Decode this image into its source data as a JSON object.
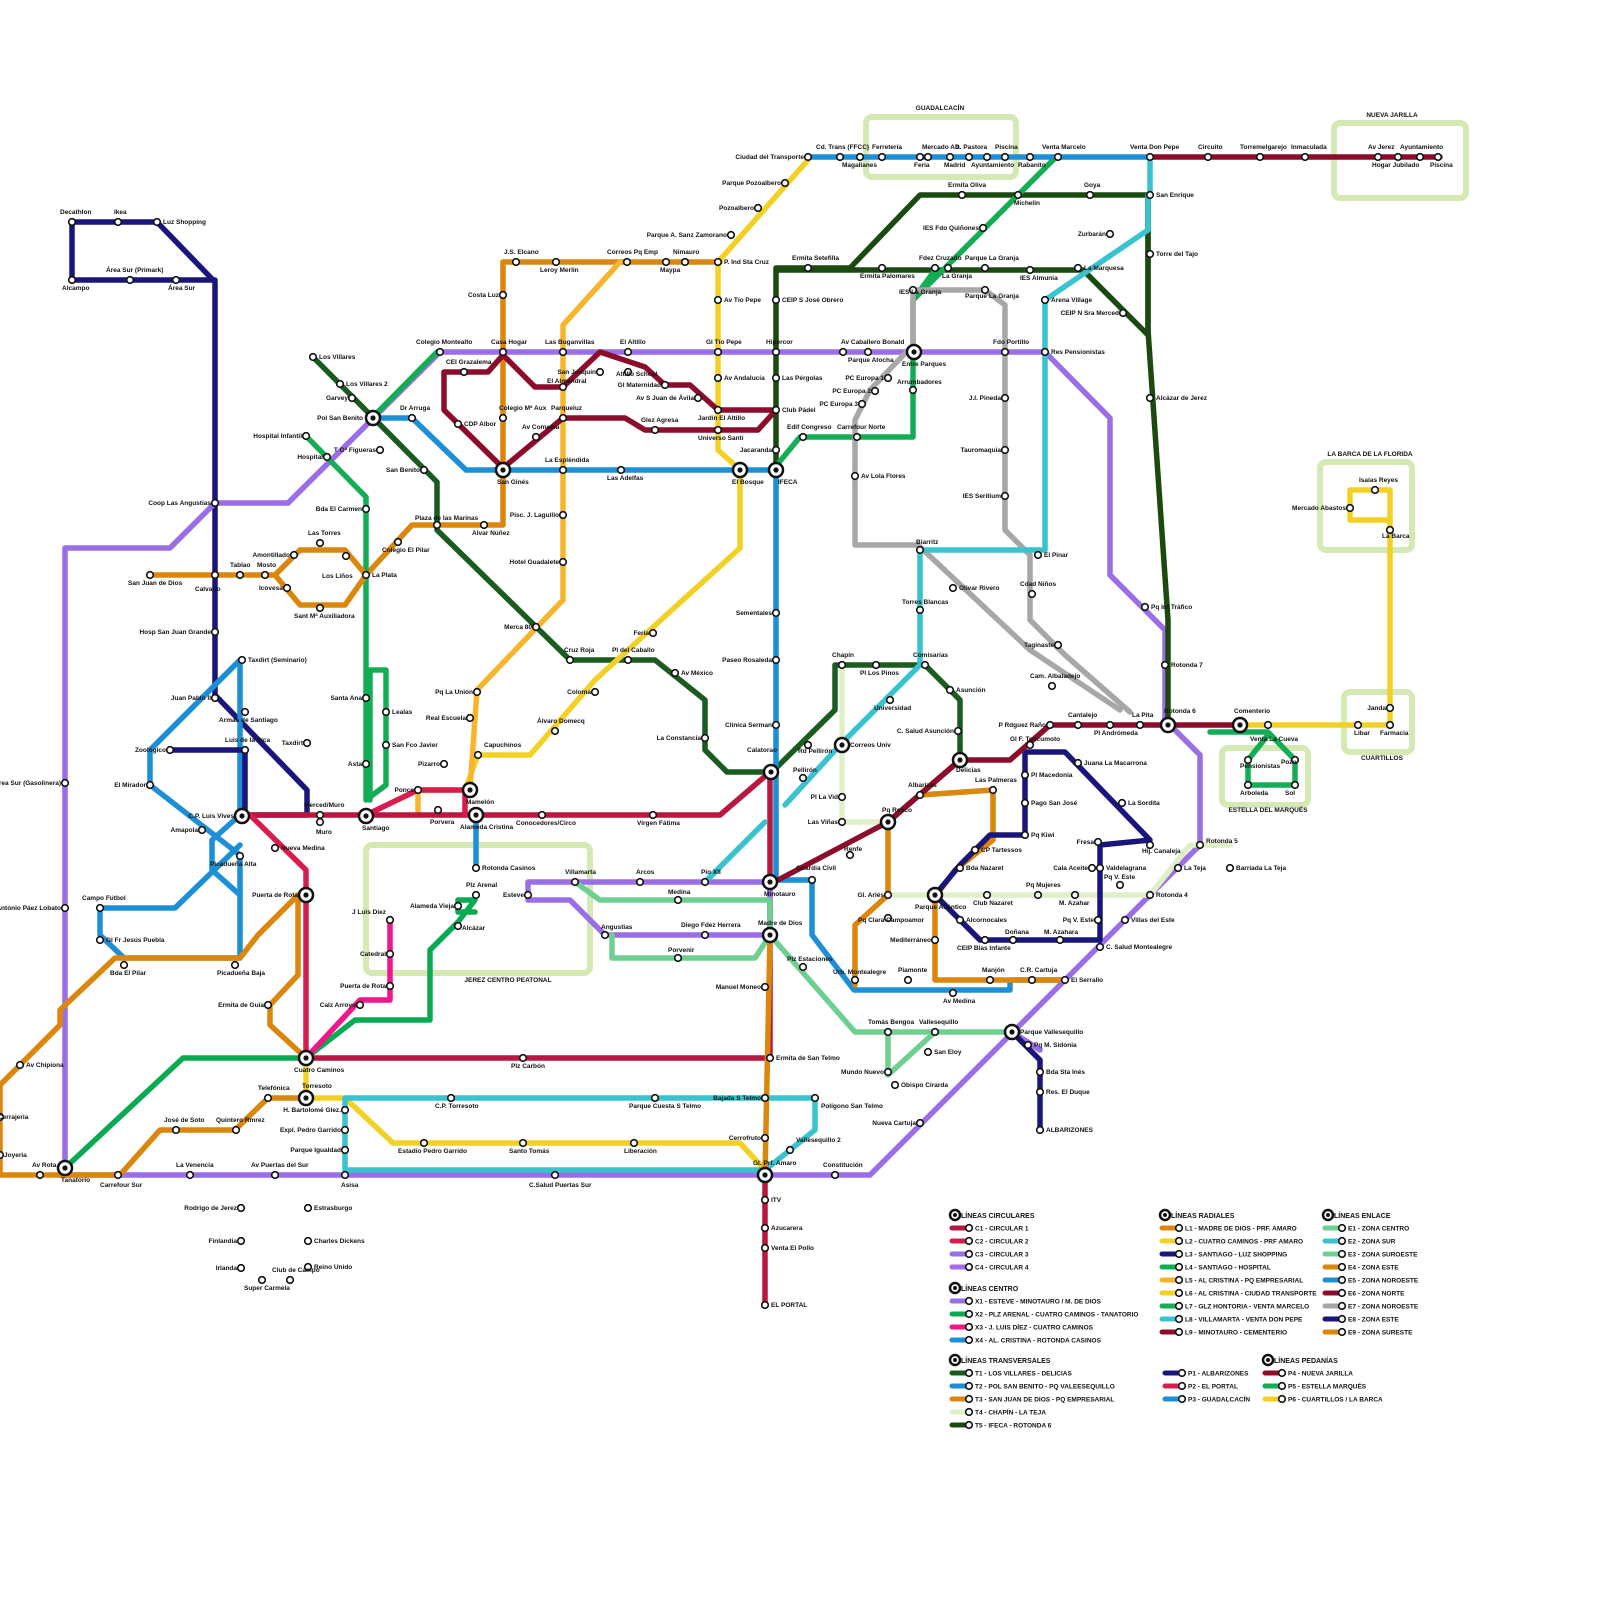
{
  "colors": {
    "C1": "#b8173f",
    "C2": "#d81d4e",
    "C3": "#9a6ee6",
    "C4": "#a66ae3",
    "X1": "#9a6ee6",
    "X2": "#0aaa52",
    "X3": "#f0178a",
    "X4": "#1d8fd6",
    "T1": "#1a5c20",
    "T2": "#1d8fd6",
    "T3": "#db860d",
    "T4": "#dff0c8",
    "T5": "#1a4a10",
    "L1": "#db860d",
    "L2": "#f2d124",
    "L3": "#19157a",
    "L4": "#13ad55",
    "L5": "#f7b52c",
    "L6": "#f2d124",
    "L7": "#13ad55",
    "L8": "#38c3cf",
    "L9": "#8b0d2b",
    "E1": "#6fcf91",
    "E2": "#38c3cf",
    "E3": "#6fcf91",
    "E4": "#db860d",
    "E5": "#1d8fd6",
    "E6": "#8b0d2b",
    "E7": "#a7a7a7",
    "E8": "#19157a",
    "E9": "#db860d",
    "P1": "#19157a",
    "P2": "#d81d4e",
    "P3": "#1d8fd6",
    "P4": "#8b0d2b",
    "P5": "#13ad55",
    "P6": "#f2d124",
    "zone": "#d4e9b4"
  },
  "zones": {
    "guadalcacin": "GUADALCACÍN",
    "nueva_jarilla": "NUEVA JARILLA",
    "barca": "LA BARCA DE LA FLORIDA",
    "cuartillos": "CUARTILLOS",
    "estella": "ESTELLA DEL MARQUÉS",
    "centro": "JEREZ CENTRO PEATONAL"
  },
  "stations": [
    "Decathlon",
    "Ikea",
    "Luz Shopping",
    "Alcampo",
    "Área Sur (Primark)",
    "Área Sur",
    "Los Villares",
    "Los Villares 2",
    "Garvey",
    "Pol San Benito",
    "Dr Arruga",
    "Colegio Montealto",
    "Hospital Infantil",
    "Hospital",
    "T Gª Figueras",
    "San Benito",
    "Coop Las Angustias",
    "Bda El Carmen",
    "Plaza de las Marinas",
    "Alvar Núñez",
    "Colegio El Pilar",
    "La Plata",
    "San Juan de Dios",
    "Calvario",
    "Tablao",
    "Mosto",
    "Icovesa",
    "Amontillado",
    "Las Torres",
    "Los Liños",
    "Sant Mª Auxiliadora",
    "Hosp San Juan Grande",
    "Taxdirt (Seminario)",
    "Juan Pablo II",
    "Armas de Santiago",
    "Taxdirt",
    "Santa Ana",
    "Lealas",
    "San Fco Javier",
    "Asta",
    "Luis de la Pica",
    "Zoológico",
    "El Mirador",
    "C.P. Luis Vives",
    "Amapola",
    "Merced/Muro",
    "Muro",
    "Santiago",
    "Nueva Medina",
    "Picadueña Alta",
    "Puerta de Rota",
    "Campo Fútbol",
    "Antonio Páez Lobato",
    "Gl Fr Jesús Puebla",
    "Bda El Pilar",
    "Picadueña Baja",
    "Ermita de Guía",
    "Área Sur (Gasolinera)",
    "Av Chipiona",
    "Cerrajeria",
    "Joyeria",
    "Av Rota",
    "Tanatorio",
    "Carrefour Sur",
    "La Venencia",
    "Av Puertas del Sur",
    "Asisa",
    "C.Salud Puertas Sur",
    "Rodrigo de Jerez",
    "Finlandia",
    "Irlanda",
    "Super Carmela",
    "Club de Campo",
    "Estrasburgo",
    "Charles Dickens",
    "Reino Unido",
    "Telefónica",
    "Torresoto",
    "H. Bartolomé Glez.",
    "Expl. Pedro Garrido",
    "Parque Igualdad",
    "José de Soto",
    "Quintero Rmrez",
    "Cuatro Caminos",
    "Plz Carbón",
    "Ermita de San Telmo",
    "C.P. Torresoto",
    "Parque Cuesta S Telmo",
    "Bajada S Telmo",
    "Polígono San Telmo",
    "Estadio Pedro Garrido",
    "Santo Tomás",
    "Liberación",
    "Cerrofruto",
    "Vallesequillo 2",
    "Gl. Prf. Amaro",
    "ITV",
    "Azucarera",
    "Venta El Pollo",
    "EL PORTAL",
    "Constitución",
    "J.S. Elcano",
    "Leroy Merlin",
    "Correos Pq Emp",
    "Nimauro",
    "Maypa",
    "P. Ind Sta Cruz",
    "Costa Luz",
    "Casa Hogar",
    "Las Buganvillas",
    "El Altillo",
    "Gl Tío Pepe",
    "Hipercor",
    "Av Caballero Bonald",
    "Parque Atocha",
    "Entre Parques",
    "Fdo Portillo",
    "Res Pensionistas",
    "CEI Grazalema",
    "San Joaquín",
    "Altillo School",
    "El Almendral",
    "Gl Maternidad",
    "Colegio Mª Aux",
    "CDP Albor",
    "Parqueluz",
    "Av Andalucía",
    "Av S Juan de Ávila",
    "Jardín El Altillo",
    "Universo Santi",
    "Av Comedia",
    "Glez Agresa",
    "Las Pérgolas",
    "Club Pádel",
    "Jacaranda",
    "Edif Congreso",
    "Carrefour Norte",
    "PC Europa 1",
    "PC Europa 2",
    "PC Europa 3",
    "Arrumbadores",
    "San Ginés",
    "La Espléndida",
    "Las Adelfas",
    "El Bosque",
    "IFECA",
    "Pisc. J. Laguillo",
    "Hotel Guadalete",
    "Merca 80",
    "Cruz Roja",
    "Pl del Caballo",
    "Feria",
    "Av México",
    "Coloma",
    "Pq La Unión",
    "Real Escuela",
    "Álvaro Domecq",
    "Capuchinos",
    "Ponce",
    "Pizarro",
    "Porvera",
    "Mamelón",
    "Alameda Cristina",
    "Conocedores/Circo",
    "Virgen Fátima",
    "La Constancia",
    "Calatorao",
    "Rotonda Casinos",
    "Ciudad del Transporte",
    "Parque Pozoalbero",
    "Pozoalbero",
    "Parque A. Sanz Zamorano",
    "Av Tío Pepe",
    "Cd. Trans (FFCC)",
    "Magallanes",
    "Ferretería",
    "Feria",
    "Mercado Ab.",
    "Madrid",
    "D. Pastora",
    "Ayuntamiento",
    "Piscina",
    "Rabanito",
    "Venta Marcelo",
    "Venta Don Pepe",
    "Circuito",
    "Torremelgarejo",
    "Inmaculada",
    "Av Jerez",
    "Hogar Jubilado",
    "Ermita Oliva",
    "Michelin",
    "Goya",
    "San Enrique",
    "Zurbarán",
    "Torre del Tajo",
    "IES Fdo Quiñones",
    "Ermita Setefilla",
    "Ermita Palomares",
    "Fdez Cruzado",
    "La Granja",
    "Parque La Granja",
    "IES Almunia",
    "La Marquesa",
    "CEIP S José Obrero",
    "IES La Granja",
    "Arena Village",
    "CEIP N Sra Merced",
    "Alcázar de Jerez",
    "J.I. Pineda",
    "Tauromaquia",
    "IES Seritium",
    "Av Lola Flores",
    "Biarritz",
    "El Pinar",
    "Olivar Rivero",
    "Cdad Niños",
    "Torres Blancas",
    "Pq Inf Tráfico",
    "Rotonda 7",
    "Sementales",
    "Paseo Rosaleda",
    "Clínica Serman",
    "Chapín",
    "Pl Los Pinos",
    "Comisarias",
    "Universidad",
    "Asunción",
    "C. Salud Asunción",
    "Rd Pellirón",
    "Correos Univ",
    "Pellirón",
    "Pl La Vid",
    "Las Viñas",
    "Taginaste",
    "Cam. Albaladejo",
    "P Rdguez Raño",
    "Cantalejo",
    "La Pita",
    "Rotonda 6",
    "Pl Andrómeda",
    "Gl F. Toscumoto",
    "Comenterio",
    "Venta La Cueva",
    "Libar",
    "Janda",
    "Farmacia",
    "Isaías Reyes",
    "Mercado Abastos",
    "La Barca",
    "Pensionistas",
    "Pozo",
    "Arboleda",
    "Sol",
    "Delicias",
    "Las Palmeras",
    "Albarizas",
    "Pq Rosco",
    "Pl Macedonia",
    "Pago San José",
    "Pq Kiwi",
    "Juana La Macarrona",
    "La Sordita",
    "Fresa",
    "Hij. Canaleja",
    "Rotonda 5",
    "Barriada La Teja",
    "Cala Aceite",
    "Valdelagrana",
    "La Teja",
    "Pq V. Este",
    "Rotonda 4",
    "Villas del Este",
    "C. Salud Montealegre",
    "CP Tartessos",
    "Bda Nazaret",
    "Club Nazaret",
    "Pq Mujeres",
    "M. Azahar",
    "Parque Atlántico",
    "Alcornocales",
    "CEIP Blas Infante",
    "Doñana",
    "Gl. Arlés",
    "Pq Clara Campoamor",
    "Mediterráneo",
    "Renfe",
    "Guardia Civil",
    "Minotauro",
    "Madre de Dios",
    "Plz Estaciones",
    "Manuel Moneo",
    "Urb. Montealegre",
    "Piamonte",
    "Manjón",
    "C.R. Cartuja",
    "El Serrallo",
    "Av Medina",
    "Tomás Bengoa",
    "Vallesequillo",
    "Parque Vallesequillo",
    "Pq M. Sidonia",
    "Bda Sta Inés",
    "Res. El Duque",
    "ALBARIZONES",
    "San Eloy",
    "Mundo Nuevo",
    "Obispo Cirarda",
    "Nueva Cartuja",
    "Villamarta",
    "Arcos",
    "Pío XII",
    "Medina",
    "Esteve",
    "Angustias",
    "Diego Fdez Herrera",
    "Porvenir",
    "Plz Arenal",
    "Alameda Vieja",
    "Alcázar",
    "J Luis Díez",
    "Catedral",
    "Puerta de Rota",
    "Calz Arroyo"
  ],
  "legend": {
    "circulares": {
      "title": "LÍNEAS CIRCULARES",
      "items": [
        {
          "code": "C1",
          "label": "C1 - CIRCULAR 1"
        },
        {
          "code": "C2",
          "label": "C2 - CIRCULAR 2"
        },
        {
          "code": "C3",
          "label": "C3 - CIRCULAR 3"
        },
        {
          "code": "C4",
          "label": "C4 - CIRCULAR 4"
        }
      ]
    },
    "centro": {
      "title": "LÍNEAS CENTRO",
      "items": [
        {
          "code": "X1",
          "label": "X1 - ESTEVE - MINOTAURO / M. DE DIOS"
        },
        {
          "code": "X2",
          "label": "X2 - PLZ ARENAL - CUATRO CAMINOS - TANATORIO"
        },
        {
          "code": "X3",
          "label": "X3 - J. LUIS DÍEZ - CUATRO CAMINOS"
        },
        {
          "code": "X4",
          "label": "X4 - AL. CRISTINA - ROTONDA CASINOS"
        }
      ]
    },
    "transversales": {
      "title": "LÍNEAS TRANSVERSALES",
      "items": [
        {
          "code": "T1",
          "label": "T1 - LOS VILLARES - DELICIAS"
        },
        {
          "code": "T2",
          "label": "T2 - POL SAN BENITO - PQ VALEESEQUILLO"
        },
        {
          "code": "T3",
          "label": "T3 - SAN JUAN DE DIOS - PQ EMPRESARIAL"
        },
        {
          "code": "T4",
          "label": "T4 - CHAPÍN - LA TEJA"
        },
        {
          "code": "T5",
          "label": "T5 - IFECA - ROTONDA 6"
        }
      ]
    },
    "radiales": {
      "title": "LÍNEAS RADIALES",
      "items": [
        {
          "code": "L1",
          "label": "L1 - MADRE DE DIOS - PRF. AMARO"
        },
        {
          "code": "L2",
          "label": "L2 - CUATRO CAMINOS - PRF AMARO"
        },
        {
          "code": "L3",
          "label": "L3 - SANTIAGO - LUZ SHOPPING"
        },
        {
          "code": "L4",
          "label": "L4 - SANTIAGO - HOSPITAL"
        },
        {
          "code": "L5",
          "label": "L5 - AL CRISTINA - PQ EMPRESARIAL"
        },
        {
          "code": "L6",
          "label": "L6 - AL CRISTINA - CIUDAD TRANSPORTE"
        },
        {
          "code": "L7",
          "label": "L7 - GLZ HONTORIA - VENTA MARCELO"
        },
        {
          "code": "L8",
          "label": "L8 - VILLAMARTA - VENTA DON PEPE"
        },
        {
          "code": "L9",
          "label": "L9 - MINOTAURO - CEMENTERIO"
        }
      ]
    },
    "enlace": {
      "title": "LÍNEAS ENLACE",
      "items": [
        {
          "code": "E1",
          "label": "E1 - ZONA CENTRO"
        },
        {
          "code": "E2",
          "label": "E2 - ZONA SUR"
        },
        {
          "code": "E3",
          "label": "E3 - ZONA SUROESTE"
        },
        {
          "code": "E4",
          "label": "E4 - ZONA ESTE"
        },
        {
          "code": "E5",
          "label": "E5 - ZONA NOROESTE"
        },
        {
          "code": "E6",
          "label": "E6 - ZONA NORTE"
        },
        {
          "code": "E7",
          "label": "E7 - ZONA NOROESTE"
        },
        {
          "code": "E8",
          "label": "E8 - ZONA ESTE"
        },
        {
          "code": "E9",
          "label": "E9 - ZONA SURESTE"
        }
      ]
    },
    "pedanias_a": {
      "items": [
        {
          "code": "P1",
          "label": "P1 - ALBARIZONES"
        },
        {
          "code": "P2",
          "label": "P2 - EL PORTAL"
        },
        {
          "code": "P3",
          "label": "P3 - GUADALCACÍN"
        }
      ]
    },
    "pedanias_b": {
      "title": "LÍNEAS PEDANÍAS",
      "items": [
        {
          "code": "P4",
          "label": "P4 - NUEVA JARILLA"
        },
        {
          "code": "P5",
          "label": "P5 - ESTELLA MARQUÉS"
        },
        {
          "code": "P6",
          "label": "P6 - CUARTILLOS / LA BARCA"
        }
      ]
    }
  }
}
